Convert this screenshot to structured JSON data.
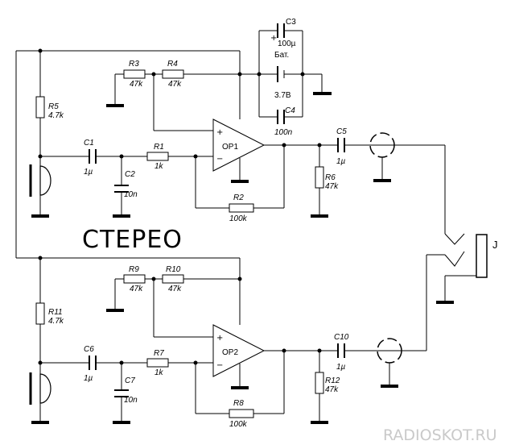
{
  "title": "СТЕРЕО",
  "watermark": "RADIOSKOT.RU",
  "jack_label": "J",
  "top_supply": {
    "c3_label": "C3",
    "c3_value": "100µ",
    "battery_label": "Бат.",
    "battery_voltage": "3.7В",
    "c4_label": "C4",
    "c4_value": "100n"
  },
  "channel_1": {
    "r3_label": "R3",
    "r3_value": "47k",
    "r4_label": "R4",
    "r4_value": "47k",
    "r5_label": "R5",
    "r5_value": "4.7k",
    "c1_label": "C1",
    "c1_value": "1µ",
    "c2_label": "C2",
    "c2_value": "10n",
    "r1_label": "R1",
    "r1_value": "1k",
    "opamp_label": "OP1",
    "r2_label": "R2",
    "r2_value": "100k",
    "c5_label": "C5",
    "c5_value": "1µ",
    "r6_label": "R6",
    "r6_value": "47k"
  },
  "channel_2": {
    "r9_label": "R9",
    "r9_value": "47k",
    "r10_label": "R10",
    "r10_value": "47k",
    "r11_label": "R11",
    "r11_value": "4.7k",
    "c6_label": "C6",
    "c6_value": "1µ",
    "c7_label": "C7",
    "c7_value": "10n",
    "r7_label": "R7",
    "r7_value": "1k",
    "opamp_label": "OP2",
    "r8_label": "R8",
    "r8_value": "100k",
    "c10_label": "C10",
    "c10_value": "1µ",
    "r12_label": "R12",
    "r12_value": "47k"
  },
  "symbols": {
    "plus": "+",
    "minus": "−"
  }
}
